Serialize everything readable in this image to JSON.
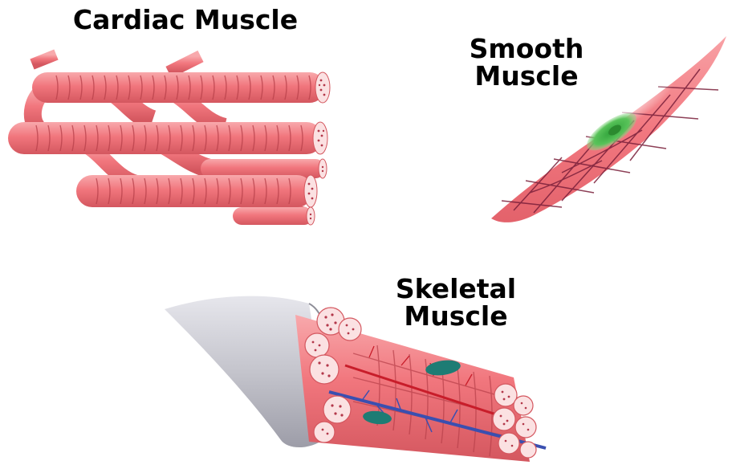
{
  "labels": {
    "cardiac": "Cardiac Muscle",
    "smooth": [
      "Smooth",
      "Muscle"
    ],
    "skeletal": [
      "Skeletal",
      "Muscle"
    ]
  },
  "colors": {
    "muscle": "#f1767d",
    "muscle_light": "#f7a3a7",
    "muscle_dark": "#c94e56",
    "end_face": "#fbe1e2",
    "end_dots": "#b3384a",
    "smooth_fill": "#f4858b",
    "smooth_lines": "#7a1f3a",
    "nucleus_green": "#4cae4c",
    "nucleus_teal": "#1e7c74",
    "sheath": "#c9c9d0",
    "vessel_blue": "#3a4fb0",
    "vessel_red": "#c81d2a"
  }
}
